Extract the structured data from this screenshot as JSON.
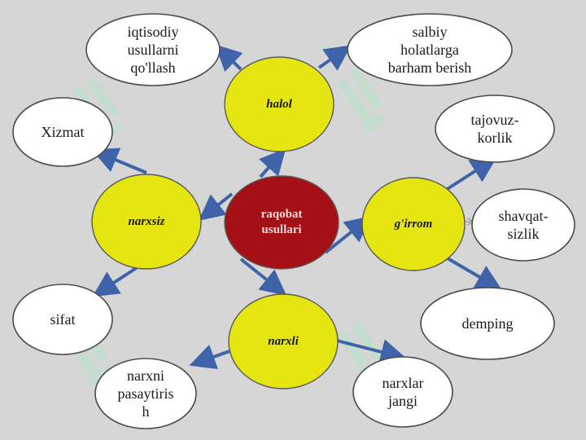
{
  "colors": {
    "background": "#d6d6d6",
    "category_fill": "#e5e512",
    "center_fill": "#a51016",
    "connector": "#3f63a8",
    "leaf_fill": "#ffffff",
    "leaf_stroke": "#4a4a4a",
    "watermark": "#b7e3c9"
  },
  "center": {
    "id": "raqobat",
    "label": "raqobat\nusullari"
  },
  "categories": [
    {
      "id": "halol",
      "label": "halol"
    },
    {
      "id": "narxsiz",
      "label": "narxsiz"
    },
    {
      "id": "girrom",
      "label": "g'irrom"
    },
    {
      "id": "narxli",
      "label": "narxli"
    }
  ],
  "leaves": [
    {
      "id": "iqtisodiy",
      "parent": "halol",
      "label": "iqtisodiy\nusullarni\nqo'llash"
    },
    {
      "id": "salbiy",
      "parent": "halol",
      "label": "salbiy\nholatlarga\nbarham berish"
    },
    {
      "id": "xizmat",
      "parent": "narxsiz",
      "label": "Xizmat"
    },
    {
      "id": "sifat",
      "parent": "narxsiz",
      "label": "sifat"
    },
    {
      "id": "tajovuz",
      "parent": "girrom",
      "label": "tajovuz-\nkorlik"
    },
    {
      "id": "shavqat",
      "parent": "girrom",
      "label": "shavqat-\nsizlik"
    },
    {
      "id": "demping",
      "parent": "girrom",
      "label": "demping"
    },
    {
      "id": "pasaytirish",
      "parent": "narxli",
      "label": "narxni\npasaytiris\nh"
    },
    {
      "id": "jangi",
      "parent": "narxli",
      "label": "narxlar\njangi"
    }
  ]
}
